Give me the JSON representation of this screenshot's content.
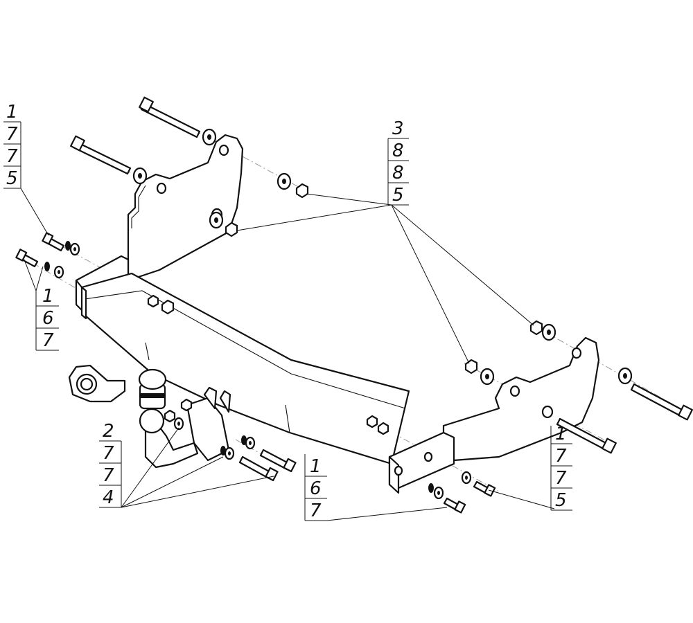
{
  "diagram": {
    "callouts": [
      {
        "id": "callout-top-left",
        "values": [
          "1",
          "7",
          "7",
          "5"
        ]
      },
      {
        "id": "callout-mid-left",
        "values": [
          "1",
          "6",
          "7"
        ]
      },
      {
        "id": "callout-top-right",
        "values": [
          "3",
          "8",
          "8",
          "5"
        ]
      },
      {
        "id": "callout-bottom-left",
        "values": [
          "2",
          "7",
          "7",
          "4"
        ]
      },
      {
        "id": "callout-bottom-center",
        "values": [
          "1",
          "6",
          "7"
        ]
      },
      {
        "id": "callout-right",
        "values": [
          "1",
          "7",
          "7",
          "5"
        ]
      }
    ]
  }
}
